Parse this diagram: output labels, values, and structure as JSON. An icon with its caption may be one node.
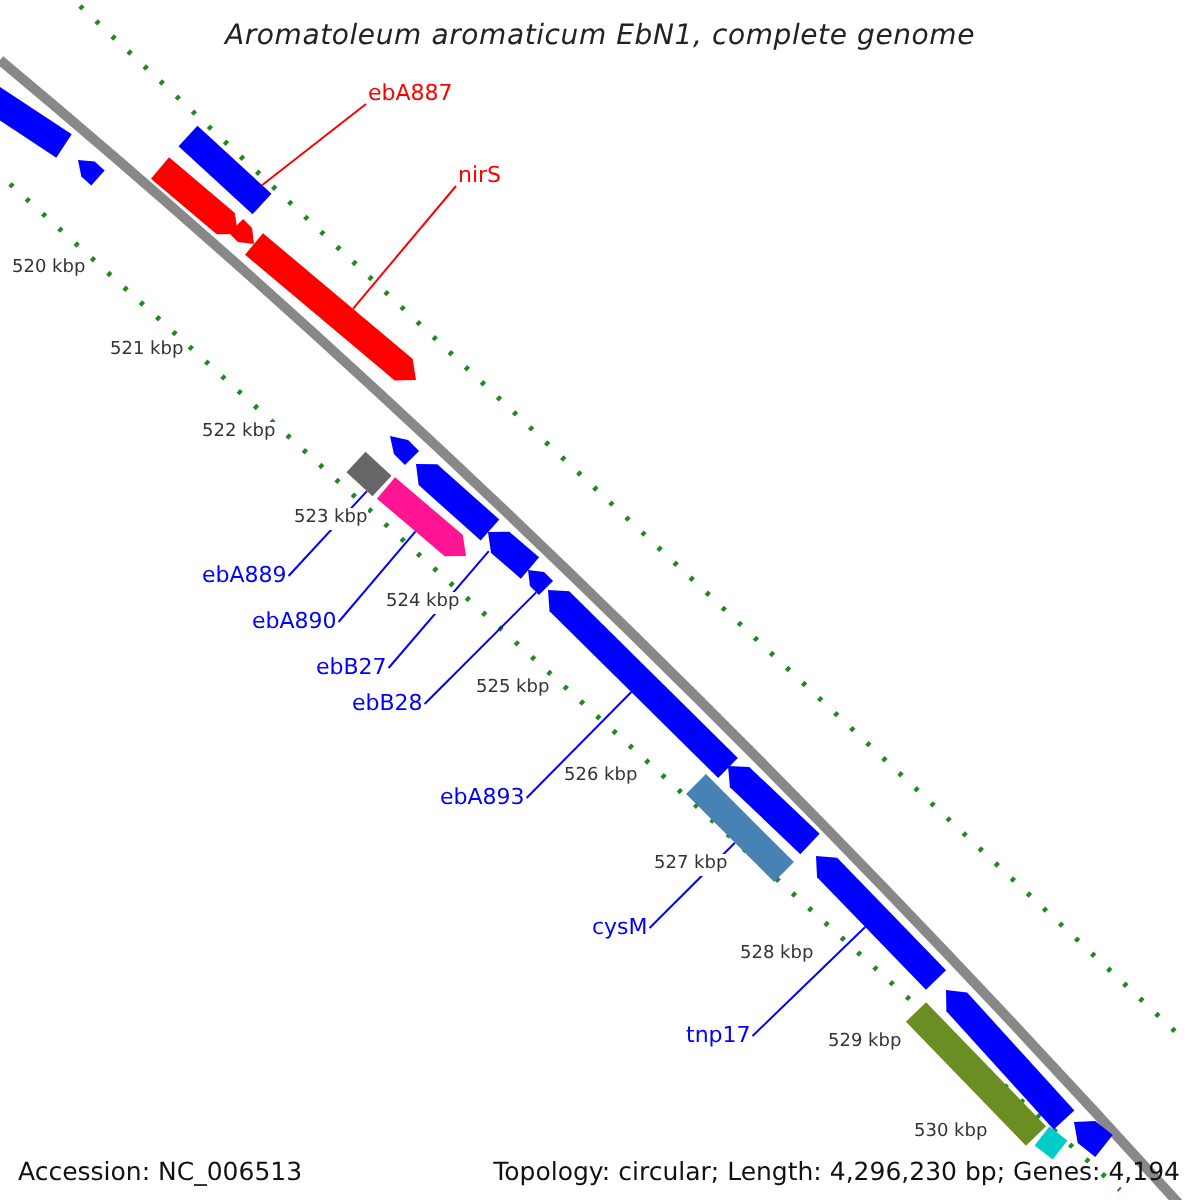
{
  "diagram": {
    "title": "Aromatoleum aromaticum EbN1, complete genome",
    "nodes": [
      {
        "text": [],
        "shape": "bar"
      },
      {
        "text": [],
        "shape": "bar"
      },
      {
        "text": [],
        "shape": "bar"
      },
      {
        "text": [],
        "shape": "bar"
      },
      {
        "text": [],
        "shape": "bar"
      },
      {
        "text": [],
        "shape": "bar"
      },
      {
        "text": [],
        "shape": "bar"
      },
      {
        "text": [],
        "shape": "bar"
      },
      {
        "text": [],
        "shape": "bar"
      },
      {
        "text": [],
        "shape": "bar"
      },
      {
        "text": [],
        "shape": "bar"
      },
      {
        "text": [],
        "shape": "bar"
      },
      {
        "text": [],
        "shape": "bar"
      },
      {
        "text": [],
        "shape": "bar"
      },
      {
        "text": [],
        "shape": "bar"
      },
      {
        "text": [],
        "shape": "bar"
      },
      {
        "text": [],
        "shape": "bar"
      },
      {
        "text": [],
        "shape": "bar"
      },
      {
        "text": [],
        "shape": "bar"
      },
      {
        "text": [],
        "shape": "bar"
      },
      {
        "text": [
          "ebA887"
        ]
      },
      {
        "text": [
          "nirS"
        ]
      },
      {
        "text": [
          "ebA889"
        ]
      },
      {
        "text": [
          "ebA890"
        ]
      },
      {
        "text": [
          "ebB27"
        ]
      },
      {
        "text": [
          "ebB28"
        ]
      },
      {
        "text": [
          "ebA893"
        ]
      },
      {
        "text": [
          "cysM"
        ]
      },
      {
        "text": [
          "tnp17"
        ]
      }
    ],
    "edges": [
      {
        "from": 20,
        "to": 2,
        "arrow": "none",
        "color": "#ff0000"
      },
      {
        "from": 21,
        "to": 5,
        "arrow": "none",
        "color": "#ff0000"
      },
      {
        "from": 22,
        "to": 15,
        "arrow": "none"
      },
      {
        "from": 23,
        "to": 16,
        "arrow": "none"
      },
      {
        "from": 24,
        "to": 8,
        "arrow": "none"
      },
      {
        "from": 25,
        "to": 9,
        "arrow": "none"
      },
      {
        "from": 26,
        "to": 10,
        "arrow": "none"
      },
      {
        "from": 27,
        "to": 17,
        "arrow": "none"
      },
      {
        "from": 28,
        "to": 12,
        "arrow": "none"
      }
    ],
    "labels": [
      "520 kbp",
      "521 kbp",
      "522 kbp",
      "523 kbp",
      "524 kbp",
      "525 kbp",
      "526 kbp",
      "527 kbp",
      "528 kbp",
      "529 kbp",
      "530 kbp",
      "Accession: NC_006513",
      "Topology: circular; Length: 4,296,230 bp; Genes: 4,194"
    ]
  }
}
